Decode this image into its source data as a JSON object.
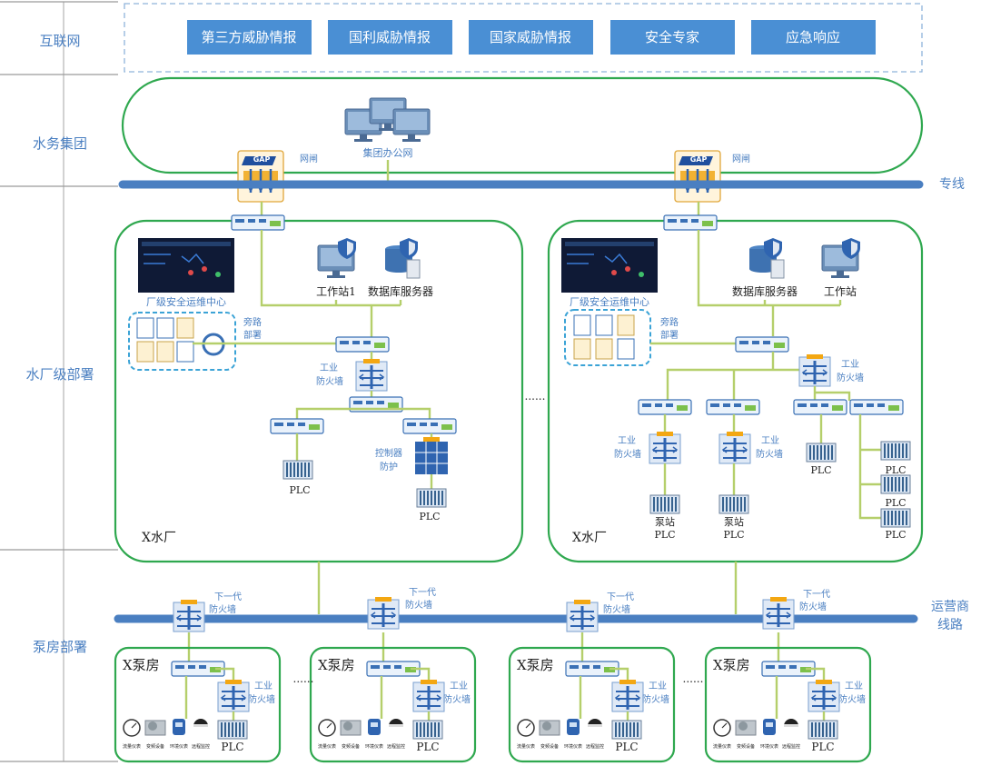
{
  "layers": {
    "internet": "互联网",
    "group": "水务集团",
    "plant": "水厂级部署",
    "pump": "泵房部署"
  },
  "intel_buttons": [
    "第三方威胁情报",
    "国利威胁情报",
    "国家威胁情报",
    "安全专家",
    "应急响应"
  ],
  "group_office": {
    "label": "集团办公网",
    "gateway_label": "网闸",
    "gap_label": "GAP"
  },
  "dedicated_line": "专线",
  "carrier_line": [
    "运营商",
    "线路"
  ],
  "plant_left": {
    "name": "X水厂",
    "soc": "厂级安全运维中心",
    "bypass": [
      "旁路",
      "部署"
    ],
    "workstation": "工作站1",
    "db_server": "数据库服务器",
    "industrial_fw": [
      "工业",
      "防火墙"
    ],
    "ctrl_protect": [
      "控制器",
      "防护"
    ],
    "plc1": "PLC",
    "plc2": "PLC"
  },
  "plant_right": {
    "name": "X水厂",
    "soc": "厂级安全运维中心",
    "bypass": [
      "旁路",
      "部署"
    ],
    "db_server": "数据库服务器",
    "workstation": "工作站",
    "industrial_fw_top": [
      "工业",
      "防火墙"
    ],
    "industrial_fw_a": [
      "工业",
      "防火墙"
    ],
    "industrial_fw_b": [
      "工业",
      "防火墙"
    ],
    "pump_plc_a": [
      "泵站",
      "PLC"
    ],
    "pump_plc_b": [
      "泵站",
      "PLC"
    ],
    "plc": "PLC",
    "plc_stack": [
      "PLC",
      "PLC",
      "PLC"
    ]
  },
  "ellipsis": "......",
  "ngfw": [
    "下一代",
    "防火墙"
  ],
  "pump_rooms": [
    {
      "name": "X泵房",
      "fw": [
        "工业",
        "防火墙"
      ],
      "plc": "PLC",
      "devices": [
        "流量仪表",
        "变频设备",
        "环境仪表",
        "远程监控"
      ]
    },
    {
      "name": "X泵房",
      "fw": [
        "工业",
        "防火墙"
      ],
      "plc": "PLC",
      "devices": [
        "流量仪表",
        "变频设备",
        "环境仪表",
        "远程监控"
      ]
    },
    {
      "name": "X泵房",
      "fw": [
        "工业",
        "防火墙"
      ],
      "plc": "PLC",
      "devices": [
        "流量仪表",
        "变频设备",
        "环境仪表",
        "远程监控"
      ]
    },
    {
      "name": "X泵房",
      "fw": [
        "工业",
        "防火墙"
      ],
      "plc": "PLC",
      "devices": [
        "流量仪表",
        "变频设备",
        "环境仪表",
        "远程监控"
      ]
    }
  ],
  "colors": {
    "zone_border": "#2fa84f",
    "bus": "#4a7fc1",
    "link": "#b5cf6b",
    "button": "#4a8fd4",
    "label": "#4a7fc1"
  }
}
